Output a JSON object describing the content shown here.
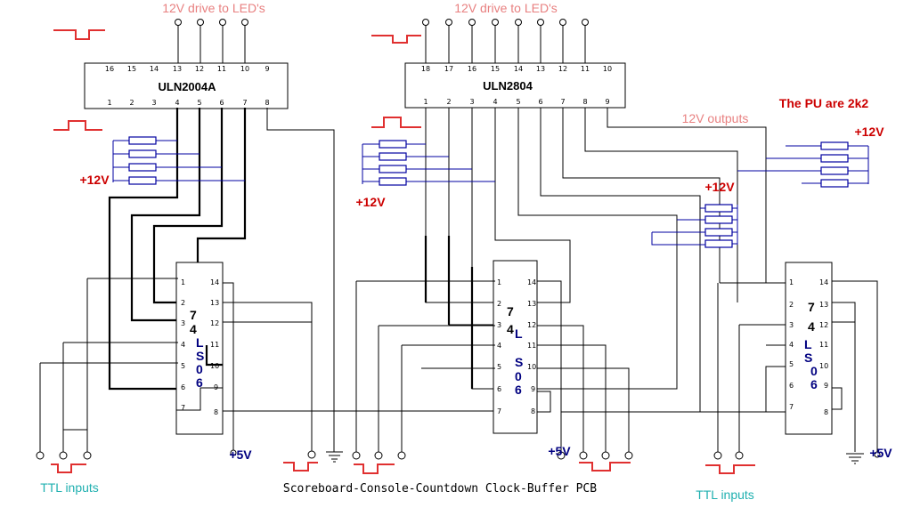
{
  "labels": {
    "drive_left": "12V drive to LED's",
    "drive_right": "12V drive to LED's",
    "outputs": "12V outputs",
    "pu_note": "The PU are 2k2",
    "plus12_a": "+12V",
    "plus12_b": "+12V",
    "plus12_c": "+12V",
    "plus12_d": "+12V",
    "plus5_a": "+5V",
    "plus5_b": "+5V",
    "plus5_c": "+5V",
    "ttl_left": "TTL inputs",
    "ttl_right": "TTL inputs",
    "caption": "Scoreboard-Console-Countdown Clock-Buffer PCB"
  },
  "chips": {
    "uln2004": {
      "name": "ULN2004A",
      "top_pins": [
        "16",
        "15",
        "14",
        "13",
        "12",
        "11",
        "10",
        "9"
      ],
      "bottom_pins": [
        "1",
        "2",
        "3",
        "4",
        "5",
        "6",
        "7",
        "8"
      ]
    },
    "uln2804": {
      "name": "ULN2804",
      "top_pins": [
        "18",
        "17",
        "16",
        "15",
        "14",
        "13",
        "12",
        "11",
        "10"
      ],
      "bottom_pins": [
        "1",
        "2",
        "3",
        "4",
        "5",
        "6",
        "7",
        "8",
        "9"
      ]
    },
    "ls06": {
      "part_digits": [
        "7",
        "4"
      ],
      "part_letters": [
        "L",
        "S",
        "0",
        "6"
      ],
      "left_pins": [
        "1",
        "2",
        "3",
        "4",
        "5",
        "6",
        "7"
      ],
      "right_pins": [
        "14",
        "13",
        "12",
        "11",
        "10",
        "9",
        "8"
      ]
    }
  },
  "colors": {
    "wire": "#000000",
    "pullup_wire": "#0000a0",
    "pulse": "#e03030",
    "supply_text": "#cc0000",
    "title_text": "#e88080",
    "ttl_text": "#20b0b0"
  }
}
